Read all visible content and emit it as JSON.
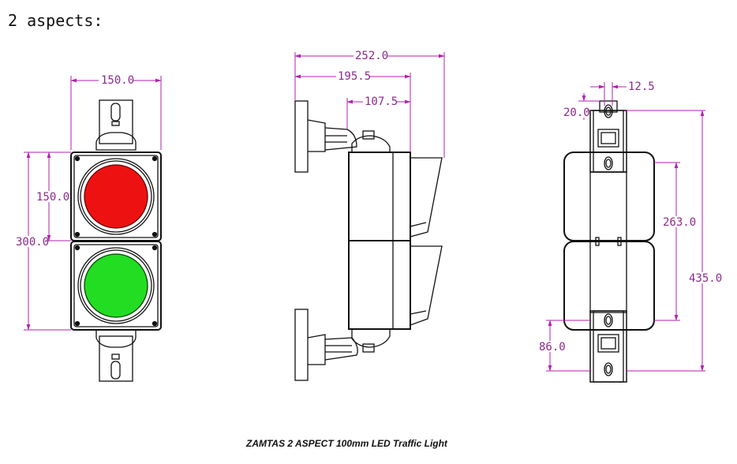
{
  "heading": "2 aspects:",
  "caption": "ZAMTAS 2 ASPECT 100mm LED Traffic Light",
  "colors": {
    "dimension": "#b022b0",
    "dimension_text": "#8c2a8c",
    "outline": "#111111",
    "red_lamp": "#ee1111",
    "green_lamp": "#22dd22"
  },
  "front_view": {
    "width_label": "150.0",
    "aspect_height_label": "150.0",
    "total_height_label": "300.0"
  },
  "side_view": {
    "depth_label": "252.0",
    "body_depth_label": "195.5",
    "housing_depth_label": "107.5"
  },
  "rear_view": {
    "slot_width_label": "12.5",
    "offset_label": "20.0",
    "housing_label": "263.0",
    "bracket_label": "86.0",
    "total_label": "435.0"
  }
}
